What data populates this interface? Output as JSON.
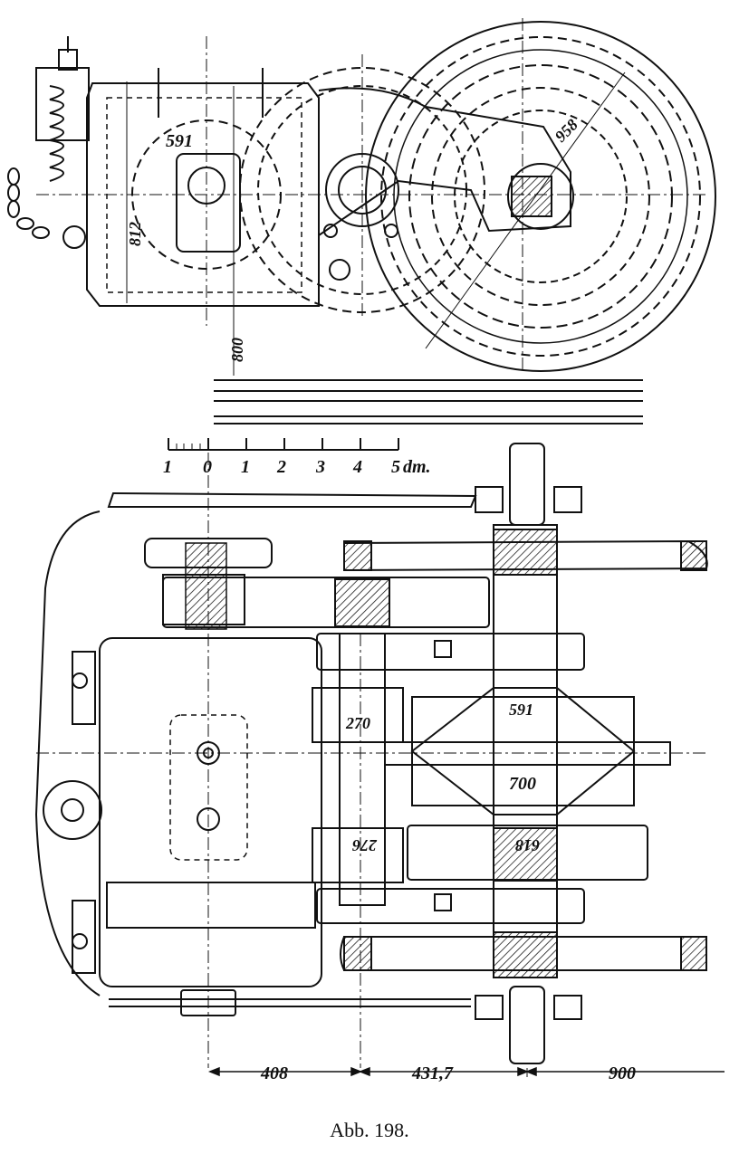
{
  "figure": {
    "caption": "Abb. 198.",
    "side_view_labels": {
      "dim_591": "591",
      "dim_812": "812",
      "dim_800": "800",
      "dim_958": "958"
    },
    "scale_bar": {
      "labels": [
        "1",
        "0",
        "1",
        "2",
        "3",
        "4",
        "5"
      ],
      "unit": "dm."
    },
    "plan_view_labels": {
      "dim_270": "270",
      "dim_591": "591",
      "dim_700": "700",
      "dim_276": "276",
      "dim_618": "618"
    },
    "bottom_dimensions": [
      "408",
      "431,7",
      "900"
    ]
  }
}
